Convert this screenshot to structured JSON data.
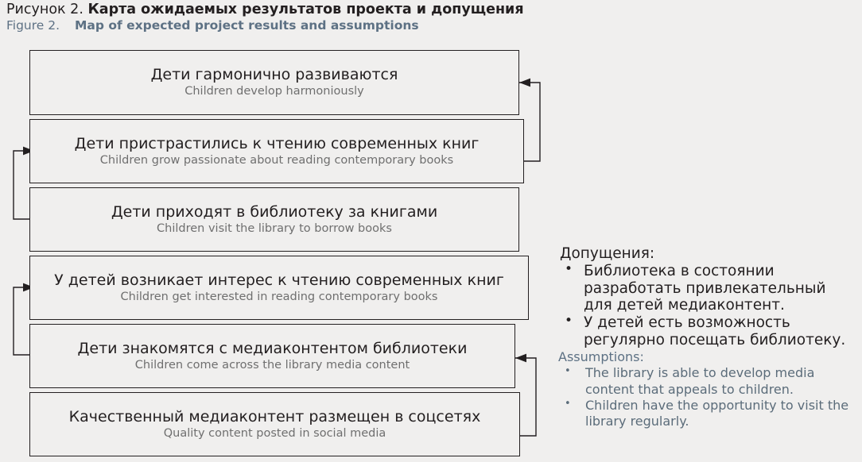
{
  "caption": {
    "ru_lead": "Рисунок 2.",
    "ru_title": "Карта ожидаемых результатов проекта и допущения",
    "en_lead": "Figure 2.",
    "en_title": "Map of expected project results and assumptions"
  },
  "diagram": {
    "nodes": [
      {
        "id": "children-develop",
        "ru": "Дети гармонично развиваются",
        "en": "Children develop harmoniously"
      },
      {
        "id": "children-passionate-reading",
        "ru": "Дети пристрастились к чтению современных книг",
        "en": "Children grow passionate about reading contemporary books"
      },
      {
        "id": "children-visit-library",
        "ru": "Дети приходят в библиотеку за книгами",
        "en": "Children visit the library to borrow books"
      },
      {
        "id": "children-interested-reading",
        "ru": "У детей возникает интерес к чтению современных книг",
        "en": "Children get interested in reading contemporary books"
      },
      {
        "id": "children-media-content",
        "ru": "Дети знакомятся с медиаконтентом библиотеки",
        "en": "Children come across the library media content"
      },
      {
        "id": "quality-content-social",
        "ru": "Качественный медиаконтент размещен в соцсетях",
        "en": "Quality content posted in social media"
      }
    ]
  },
  "assumptions": {
    "ru_heading": "Допущения:",
    "ru_items": [
      "Библиотека в состоянии разработать привлекательный для детей медиаконтент.",
      "У детей есть возможность регулярно посещать библиотеку."
    ],
    "en_heading": "Assumptions:",
    "en_items": [
      "The library is able to develop media content that appeals to children.",
      "Children have the opportunity to visit the library regularly."
    ]
  },
  "colors": {
    "page_background": "#f0efee",
    "ink": "#231f20",
    "english_accent": "#5d7184",
    "subtitle_gray": "#6f6f6f"
  }
}
